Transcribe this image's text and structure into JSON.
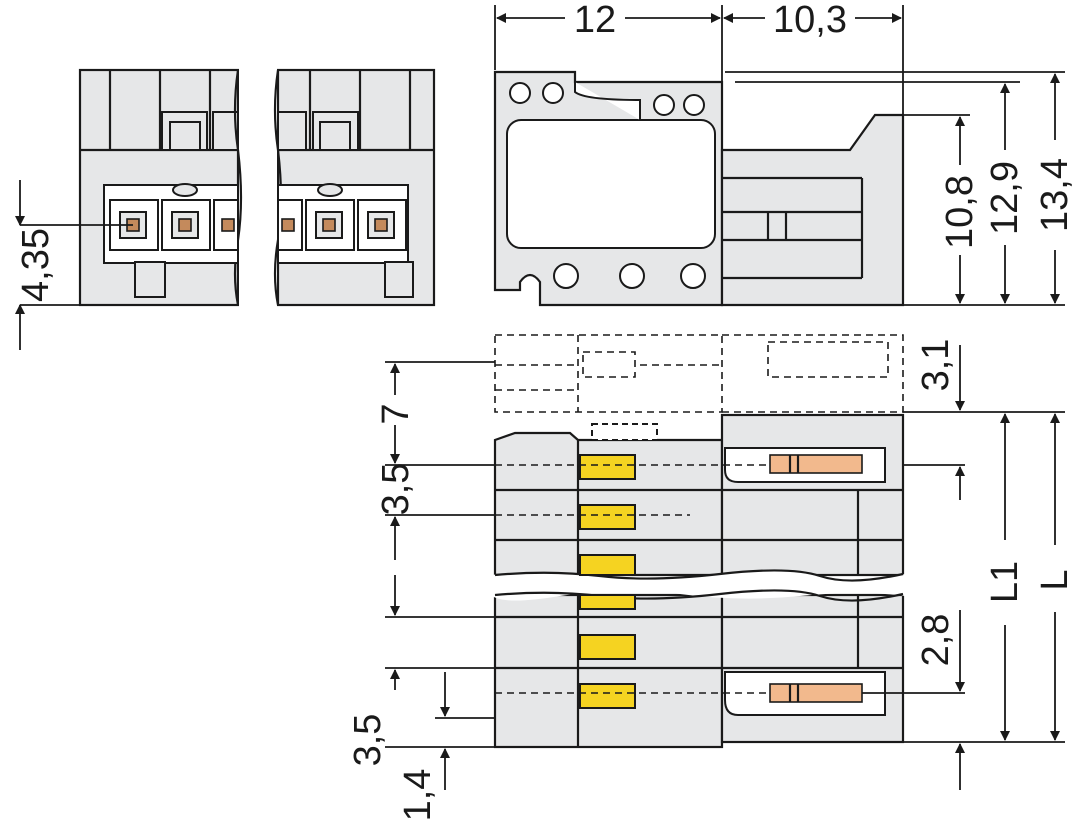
{
  "dimensions": {
    "width_housing": "12",
    "width_latch": "10,3",
    "height_10_8": "10,8",
    "height_12_9": "12,9",
    "height_13_4": "13,4",
    "pin_offset": "4,35",
    "dim_3_1": "3,1",
    "dim_7": "7",
    "pitch_top": "3,5",
    "dim_2_8": "2,8",
    "pitch_bottom": "3,5",
    "dim_1_4": "1,4",
    "length_L1": "L1",
    "length_L": "L"
  },
  "colors": {
    "housing": "#e6e7e8",
    "outline": "#1a1a1a",
    "pin_yellow": "#f5d321",
    "contact_orange": "#f2b98d"
  }
}
